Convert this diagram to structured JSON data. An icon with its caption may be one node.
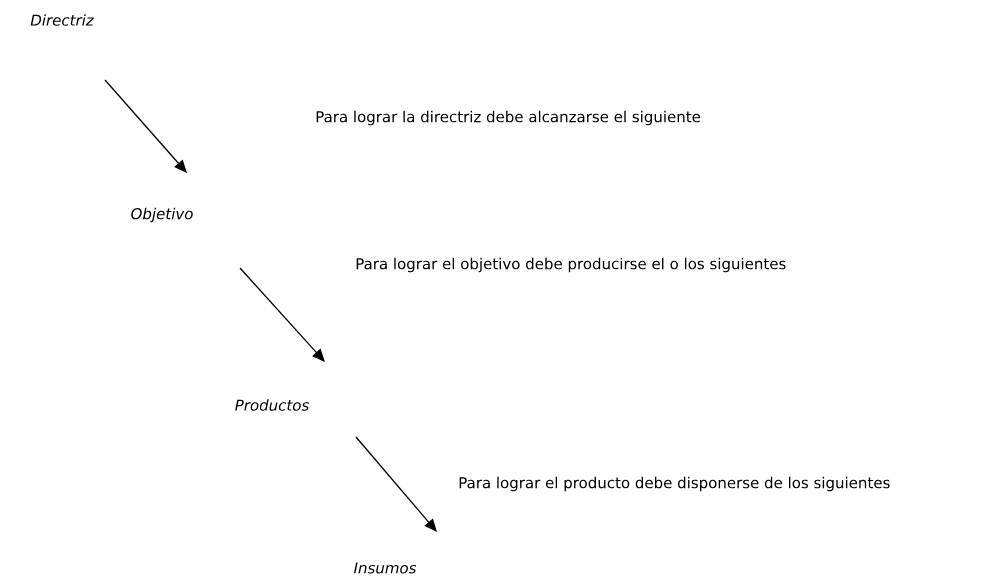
{
  "diagram": {
    "nodes": [
      {
        "text": [
          "Directriz"
        ]
      },
      {
        "text": [
          "Objetivo"
        ]
      },
      {
        "text": [
          "Productos"
        ]
      },
      {
        "text": [
          "Insumos"
        ]
      }
    ],
    "edges": [
      {
        "from": 0,
        "to": 1,
        "arrow": "to"
      },
      {
        "from": 1,
        "to": 2,
        "arrow": "to"
      },
      {
        "from": 2,
        "to": 3,
        "arrow": "to"
      }
    ],
    "labels": [
      "Para lograr la directriz debe alcanzarse el siguiente",
      "Para lograr el objetivo debe producirse el o los siguientes",
      "Para lograr el producto debe disponerse de los siguientes"
    ]
  }
}
